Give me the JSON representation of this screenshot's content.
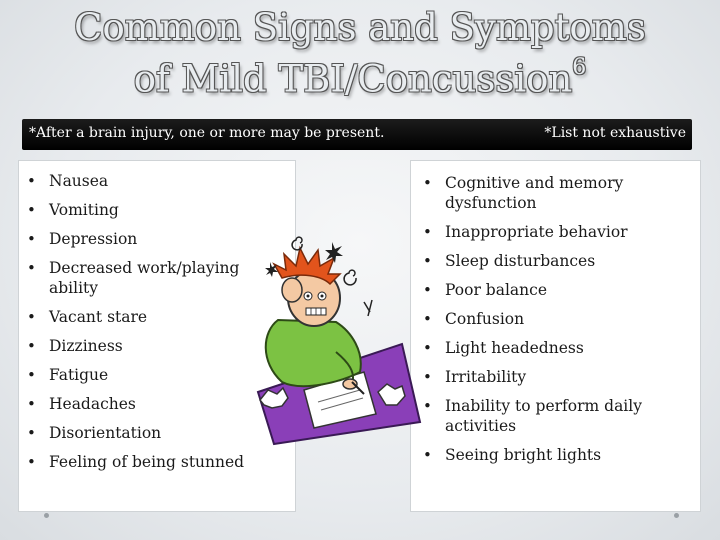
{
  "title": {
    "line1": "Common Signs and Symptoms",
    "line2": "of Mild TBI/Concussion",
    "superscript": "6"
  },
  "banner": {
    "left_text": "*After a brain injury, one or more may be present.",
    "right_text": "*List not exhaustive"
  },
  "left_list": [
    "Nausea",
    "Vomiting",
    "Depression",
    "Decreased work/playing ability",
    "Vacant stare",
    "Dizziness",
    "Fatigue",
    "Headaches",
    "Disorientation",
    "Feeling of being stunned"
  ],
  "right_list": [
    "Cognitive and memory dysfunction",
    "Inappropriate behavior",
    "Sleep disturbances",
    "Poor balance",
    "Confusion",
    "Light headedness",
    "Irritability",
    "Inability to perform daily activities",
    "Seeing bright lights"
  ],
  "colors": {
    "banner_bg": "#000000",
    "hair": "#e2541c",
    "shirt": "#7cc243",
    "desk": "#8a3fb8"
  },
  "icons": {
    "clipart": "stressed-person-at-desk-clipart"
  }
}
